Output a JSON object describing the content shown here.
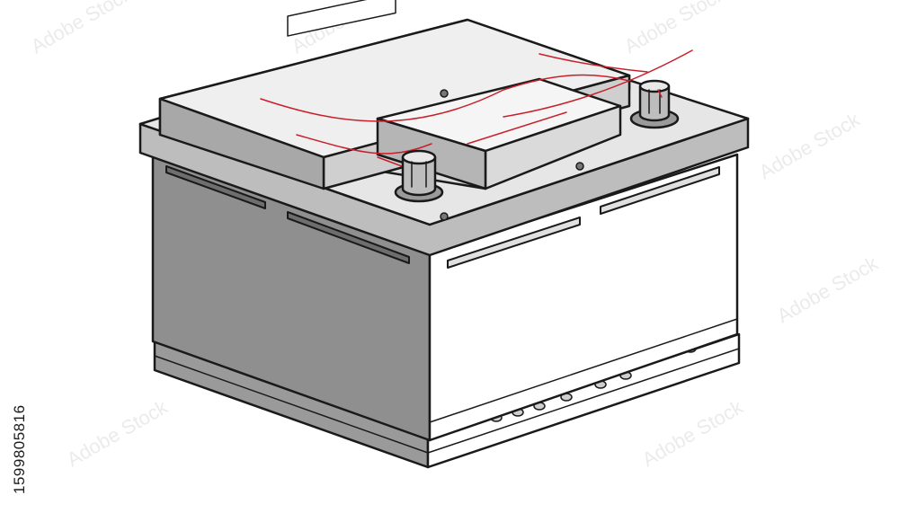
{
  "image": {
    "subject": "car-battery-sketch",
    "side_text": "1599805816",
    "watermark_text": "Adobe Stock",
    "palette": {
      "outline": "#1a1a1a",
      "front_face": "#ffffff",
      "side_face": "#8f8f8f",
      "top_face": "#e6e6e6",
      "lid": "#dcdcdc",
      "accent": "#c8202a",
      "background": "#ffffff"
    }
  }
}
